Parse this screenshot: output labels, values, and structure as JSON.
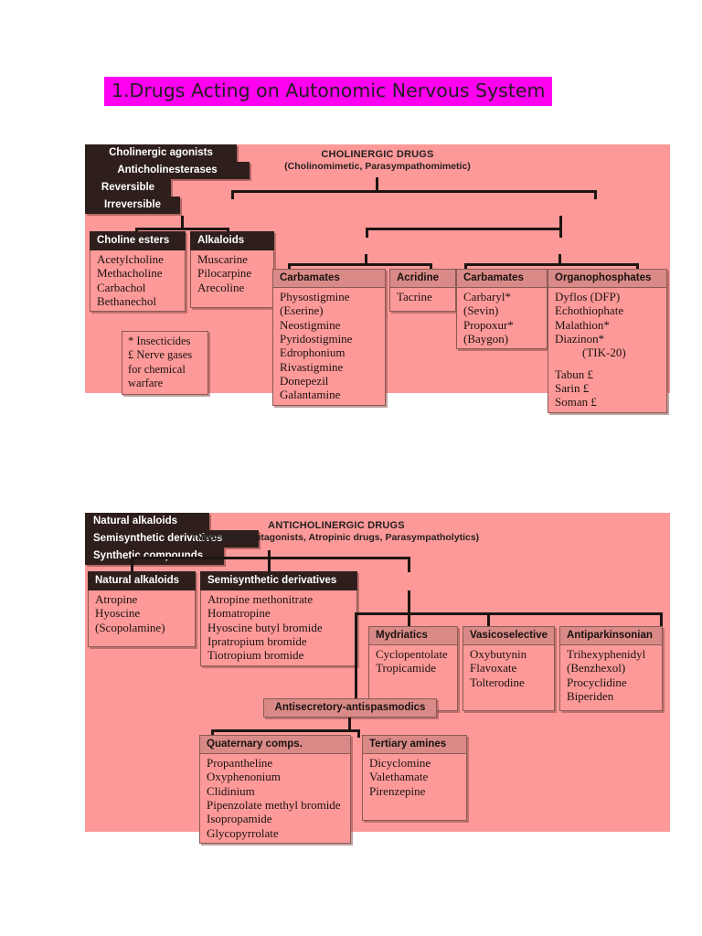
{
  "page": {
    "title": "1.Drugs Acting on Autonomic Nervous System",
    "title_highlight_color": "#FF00F0",
    "panel_color": "#FD9A99",
    "node_header_dark": "#2E1F1C",
    "node_header_rose": "#D98A87"
  },
  "chart1": {
    "root_line1": "CHOLINERGIC DRUGS",
    "root_line2": "(Cholinomimetic, Parasympathomimetic)",
    "level1": {
      "agonists": "Cholinergic agonists",
      "anticholinesterases": "Anticholinesterases"
    },
    "level2": {
      "reversible": "Reversible",
      "irreversible": "Irreversible"
    },
    "cards": {
      "choline_esters": {
        "header": "Choline esters",
        "items": [
          "Acetylcholine",
          "Methacholine",
          "Carbachol",
          "Bethanechol"
        ]
      },
      "alkaloids": {
        "header": "Alkaloids",
        "items": [
          "Muscarine",
          "Pilocarpine",
          "Arecoline"
        ]
      },
      "rev_carbamates": {
        "header": "Carbamates",
        "items": [
          "Physostigmine",
          "(Eserine)",
          "Neostigmine",
          "Pyridostigmine",
          "Edrophonium",
          "Rivastigmine",
          "Donepezil",
          "Galantamine"
        ]
      },
      "acridine": {
        "header": "Acridine",
        "items": [
          "Tacrine"
        ]
      },
      "irrev_carbamates": {
        "header": "Carbamates",
        "items": [
          "Carbaryl*",
          "(Sevin)",
          "Propoxur*",
          "(Baygon)"
        ]
      },
      "organophosphates": {
        "header": "Organophosphates",
        "items": [
          "Dyflos (DFP)",
          "Echothiophate",
          "Malathion*",
          "Diazinon*",
          "(TIK-20)",
          "Tabun £",
          "Sarin £",
          "Soman £"
        ]
      }
    },
    "note": [
      "* Insecticides",
      "£ Nerve gases",
      "for chemical",
      "warfare"
    ]
  },
  "chart2": {
    "root_line1": "ANTICHOLINERGIC DRUGS",
    "root_line2": "(Muscarinic antagonists, Atropinic drugs, Parasympatholytics)",
    "level1": {
      "natural": "Natural alkaloids",
      "semisynthetic": "Semisynthetic derivatives",
      "synthetic": "Synthetic compounds"
    },
    "mid": {
      "antisecretory": "Antisecretory-antispasmodics"
    },
    "cards": {
      "natural_alkaloids": {
        "header": "Natural alkaloids",
        "items": [
          "Atropine",
          "Hyoscine",
          "(Scopolamine)"
        ]
      },
      "semisynthetic_derivatives": {
        "header": "Semisynthetic derivatives",
        "items": [
          "Atropine methonitrate",
          "Homatropine",
          "Hyoscine butyl bromide",
          "Ipratropium bromide",
          "Tiotropium bromide"
        ]
      },
      "mydriatics": {
        "header": "Mydriatics",
        "items": [
          "Cyclopentolate",
          "Tropicamide"
        ]
      },
      "vasicoselective": {
        "header": "Vasicoselective",
        "items": [
          "Oxybutynin",
          "Flavoxate",
          "Tolterodine"
        ]
      },
      "antiparkinsonian": {
        "header": "Antiparkinsonian",
        "items": [
          "Trihexyphenidyl",
          "(Benzhexol)",
          "Procyclidine",
          "Biperiden"
        ]
      },
      "quaternary_comps": {
        "header": "Quaternary comps.",
        "items": [
          "Propantheline",
          "Oxyphenonium",
          "Clidinium",
          "Pipenzolate methyl bromide",
          "Isopropamide",
          "Glycopyrrolate"
        ]
      },
      "tertiary_amines": {
        "header": "Tertiary amines",
        "items": [
          "Dicyclomine",
          "Valethamate",
          "Pirenzepine"
        ]
      }
    }
  }
}
